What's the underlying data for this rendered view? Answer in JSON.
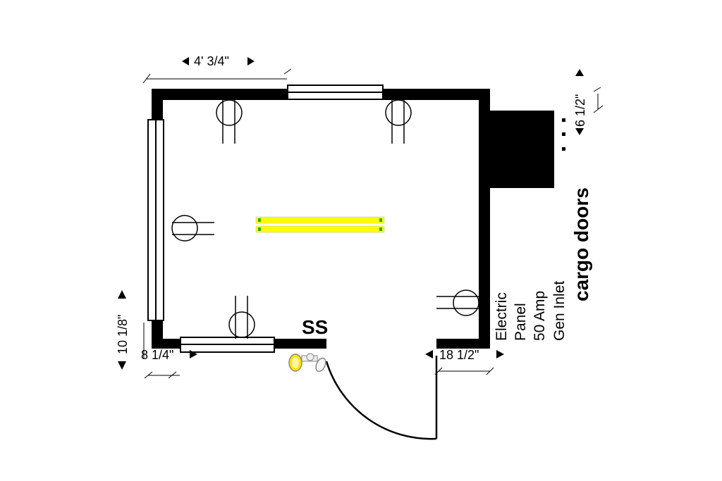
{
  "colors": {
    "wall": "#000000",
    "light_tube": "#ffff00",
    "light_end": "#22aa33",
    "motion_light": "#ffe400"
  },
  "dimensions": {
    "top_window": "4' 3/4\"",
    "right_top": "6 1/2\"",
    "left_bottom_vertical": "10 1/8\"",
    "left_bottom_horizontal": "8 1/4\"",
    "door_offset": "18 1/2\""
  },
  "labels": {
    "cargo_doors": "cargo doors",
    "ss": "SS",
    "electric_panel": [
      "Electric",
      "Panel",
      "50 Amp",
      "Gen Inlet"
    ]
  },
  "icons": {
    "outlet": "outlet-symbol-icon",
    "motion_light": "motion-light-icon",
    "arrow": "arrow-icon"
  }
}
